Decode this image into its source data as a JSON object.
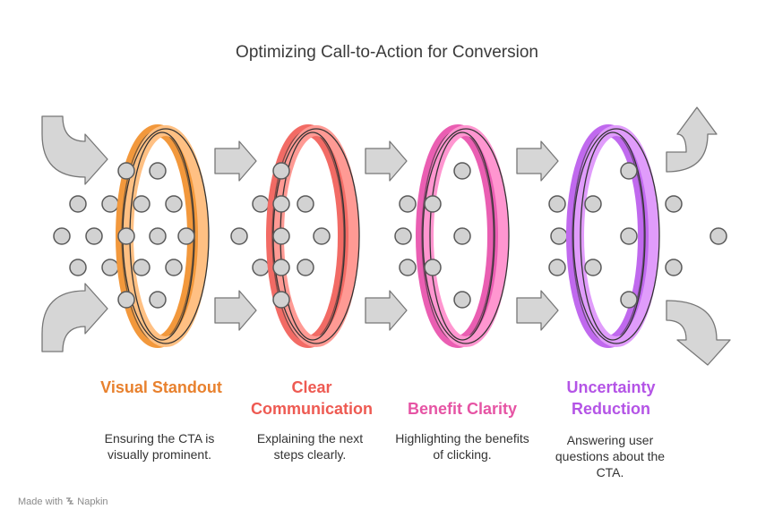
{
  "title": "Optimizing Call-to-Action for Conversion",
  "stages": [
    {
      "title": "Visual Standout",
      "description": "Ensuring the CTA is visually prominent.",
      "color": "#e8812e",
      "light": "#ffc083",
      "dark": "#f2983c"
    },
    {
      "title": "Clear Communication",
      "description": "Explaining the next steps clearly.",
      "color": "#ee5a52",
      "light": "#ff9a94",
      "dark": "#f26b65"
    },
    {
      "title": "Benefit Clarity",
      "description": "Highlighting the benefits of clicking.",
      "color": "#e654a4",
      "light": "#ff96d0",
      "dark": "#ea5eb2"
    },
    {
      "title": "Uncertainty Reduction",
      "description": "Answering user questions about the CTA.",
      "color": "#b454e6",
      "light": "#e09cfb",
      "dark": "#c069ee"
    }
  ],
  "footer": {
    "made_with": "Made with",
    "brand": "Napkin"
  }
}
